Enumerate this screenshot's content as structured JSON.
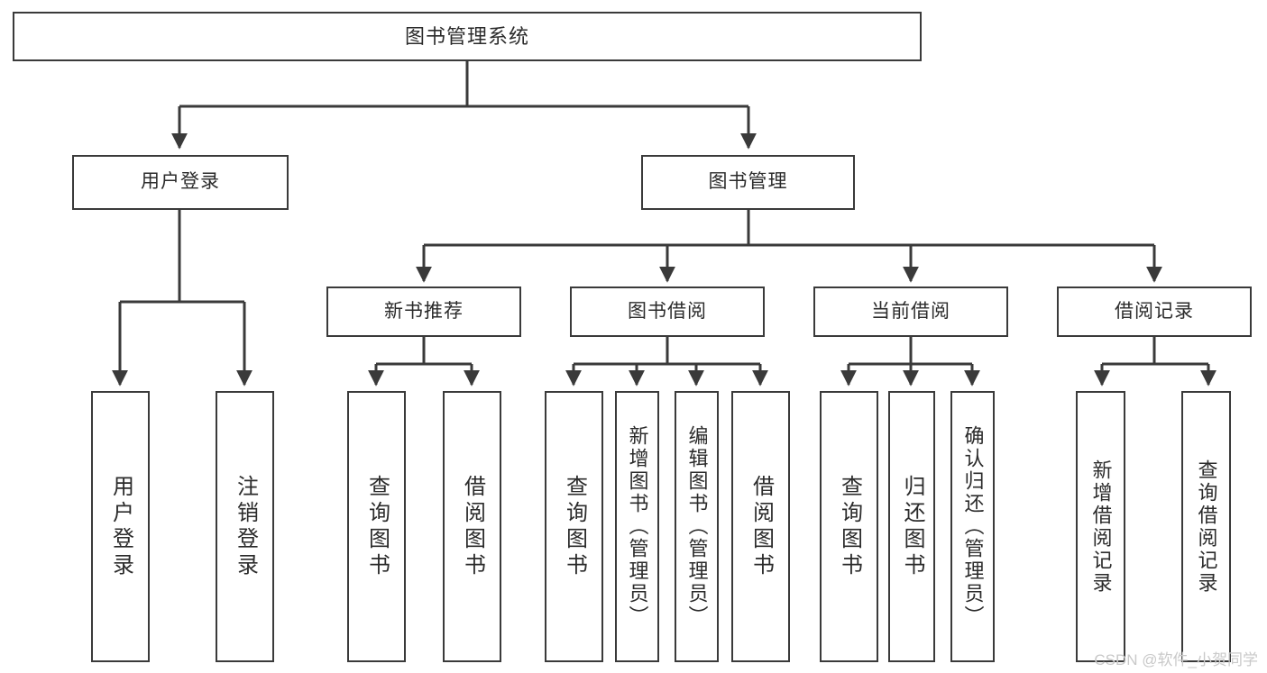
{
  "diagram": {
    "title": "图书管理系统",
    "type": "tree-hierarchy",
    "root": {
      "label": "图书管理系统"
    },
    "level1": [
      {
        "label": "用户登录"
      },
      {
        "label": "图书管理"
      }
    ],
    "level2": [
      {
        "label": "新书推荐"
      },
      {
        "label": "图书借阅"
      },
      {
        "label": "当前借阅"
      },
      {
        "label": "借阅记录"
      }
    ],
    "leaves": {
      "user_login": [
        {
          "label": "用户登录"
        },
        {
          "label": "注销登录"
        }
      ],
      "new_book_recommend": [
        {
          "label": "查询图书"
        },
        {
          "label": "借阅图书"
        }
      ],
      "book_borrow": [
        {
          "label": "查询图书"
        },
        {
          "label": "新增图书（管理员）"
        },
        {
          "label": "编辑图书（管理员）"
        },
        {
          "label": "借阅图书"
        }
      ],
      "current_borrow": [
        {
          "label": "查询图书"
        },
        {
          "label": "归还图书"
        },
        {
          "label": "确认归还（管理员）"
        }
      ],
      "borrow_record": [
        {
          "label": "新增借阅记录"
        },
        {
          "label": "查询借阅记录"
        }
      ]
    }
  },
  "watermark": {
    "text": "CSDN @软件_小贺同学"
  },
  "colors": {
    "stroke": "#3a3a3a",
    "background": "#ffffff",
    "text": "#2b2b2b",
    "watermark": "#c9c9c9"
  }
}
